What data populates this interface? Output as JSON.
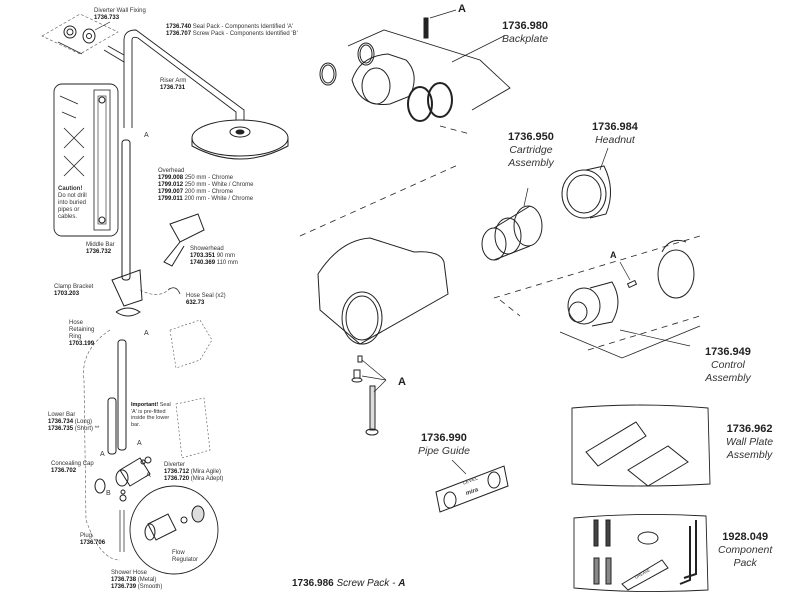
{
  "diagram": {
    "type": "exploded-parts-diagram",
    "left_panel": {
      "diverter_wall_fixing": {
        "name": "Diverter Wall Fixing",
        "code": "1736.733"
      },
      "seal_pack": {
        "code": "1736.740",
        "text": "Seal Pack - Components Identified 'A'"
      },
      "screw_pack_b": {
        "code": "1736.707",
        "text": "Screw Pack - Components Identified 'B'"
      },
      "riser_arm": {
        "name": "Riser Arm",
        "code": "1736.731"
      },
      "overhead": {
        "name": "Overhead",
        "variants": [
          {
            "code": "1799.008",
            "size": "250 mm",
            "finish": "- Chrome"
          },
          {
            "code": "1799.012",
            "size": "250 mm",
            "finish": "- White / Chrome"
          },
          {
            "code": "1799.007",
            "size": "200 mm",
            "finish": "- Chrome"
          },
          {
            "code": "1799.011",
            "size": "200 mm",
            "finish": "- White / Chrome"
          }
        ]
      },
      "caution": {
        "title": "Caution!",
        "lines": [
          "Do not drill",
          "into buried",
          "pipes or",
          "cables."
        ]
      },
      "middle_bar": {
        "name": "Middle Bar",
        "code": "1736.732"
      },
      "showerhead": {
        "name": "Showerhead",
        "variants": [
          {
            "code": "1703.351",
            "size": "90 mm"
          },
          {
            "code": "1740.369",
            "size": "110 mm"
          }
        ]
      },
      "clamp_bracket": {
        "name": "Clamp Bracket",
        "code": "1703.203"
      },
      "hose_seal": {
        "name": "Hose Seal (x2)",
        "code": "632.73"
      },
      "hose_retaining_ring": {
        "name_lines": [
          "Hose",
          "Retaining",
          "Ring"
        ],
        "code": "1703.199"
      },
      "important": {
        "title": "Important!",
        "lines": [
          "Seal",
          "'A' is pre-fitted",
          "inside the lower",
          "bar."
        ]
      },
      "lower_bar": {
        "name": "Lower Bar",
        "variants": [
          {
            "code": "1736.734",
            "note": "(Long)"
          },
          {
            "code": "1736.735",
            "note": "(Short) **"
          }
        ]
      },
      "concealing_cap": {
        "name": "Concealing Cap",
        "code": "1736.702"
      },
      "diverter": {
        "name": "Diverter",
        "variants": [
          {
            "code": "1736.712",
            "note": "(Mira Agile)"
          },
          {
            "code": "1736.720",
            "note": "(Mira Adept)"
          }
        ]
      },
      "plug": {
        "name": "Plug",
        "code": "1736.706"
      },
      "flow_regulator": {
        "name_lines": [
          "Flow",
          "Regulator"
        ]
      },
      "shower_hose": {
        "name": "Shower Hose",
        "variants": [
          {
            "code": "1736.738",
            "note": "(Metal)"
          },
          {
            "code": "1736.739",
            "note": "(Smooth)"
          }
        ]
      },
      "callout_letters": {
        "a": "A",
        "b": "B"
      }
    },
    "right_panel": {
      "backplate": {
        "code": "1736.980",
        "name": "Backplate"
      },
      "cartridge": {
        "code": "1736.950",
        "name_lines": [
          "Cartridge",
          "Assembly"
        ]
      },
      "headnut": {
        "code": "1736.984",
        "name": "Headnut"
      },
      "control": {
        "code": "1736.949",
        "name_lines": [
          "Control",
          "Assembly"
        ]
      },
      "wall_plate": {
        "code": "1736.962",
        "name_lines": [
          "Wall Plate",
          "Assembly"
        ]
      },
      "pipe_guide": {
        "code": "1736.990",
        "name": "Pipe Guide",
        "plate_text": "LEVEL",
        "brand": "mira"
      },
      "component_pack": {
        "code": "1928.049",
        "name_lines": [
          "Component",
          "Pack"
        ],
        "tube_text": "GREASE"
      },
      "screw_pack": {
        "code": "1736.986",
        "text": "Screw Pack -",
        "letter": "A"
      },
      "callout_letter": "A"
    }
  }
}
